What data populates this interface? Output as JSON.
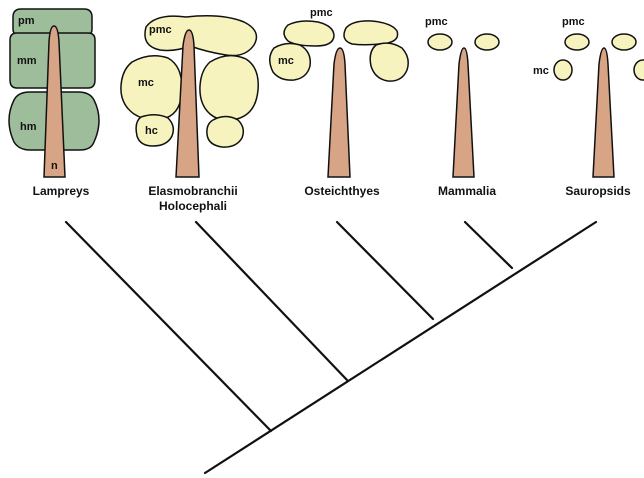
{
  "colors": {
    "lamprey_fill": "#9dbd9b",
    "myotome_fill": "#f6f3be",
    "notochord_fill": "#d7a585",
    "outline": "#111111",
    "tree_line": "#111111"
  },
  "taxa": [
    {
      "name": "Lampreys",
      "parts": [
        "pm",
        "mm",
        "hm",
        "n"
      ]
    },
    {
      "name": "Elasmobranchii",
      "name2": "Holocephali",
      "parts": [
        "pmc",
        "mc",
        "hc"
      ]
    },
    {
      "name": "Osteichthyes",
      "parts": [
        "pmc",
        "mc"
      ]
    },
    {
      "name": "Mammalia",
      "parts": [
        "pmc"
      ]
    },
    {
      "name": "Sauropsids",
      "parts": [
        "pmc",
        "mc"
      ]
    }
  ]
}
